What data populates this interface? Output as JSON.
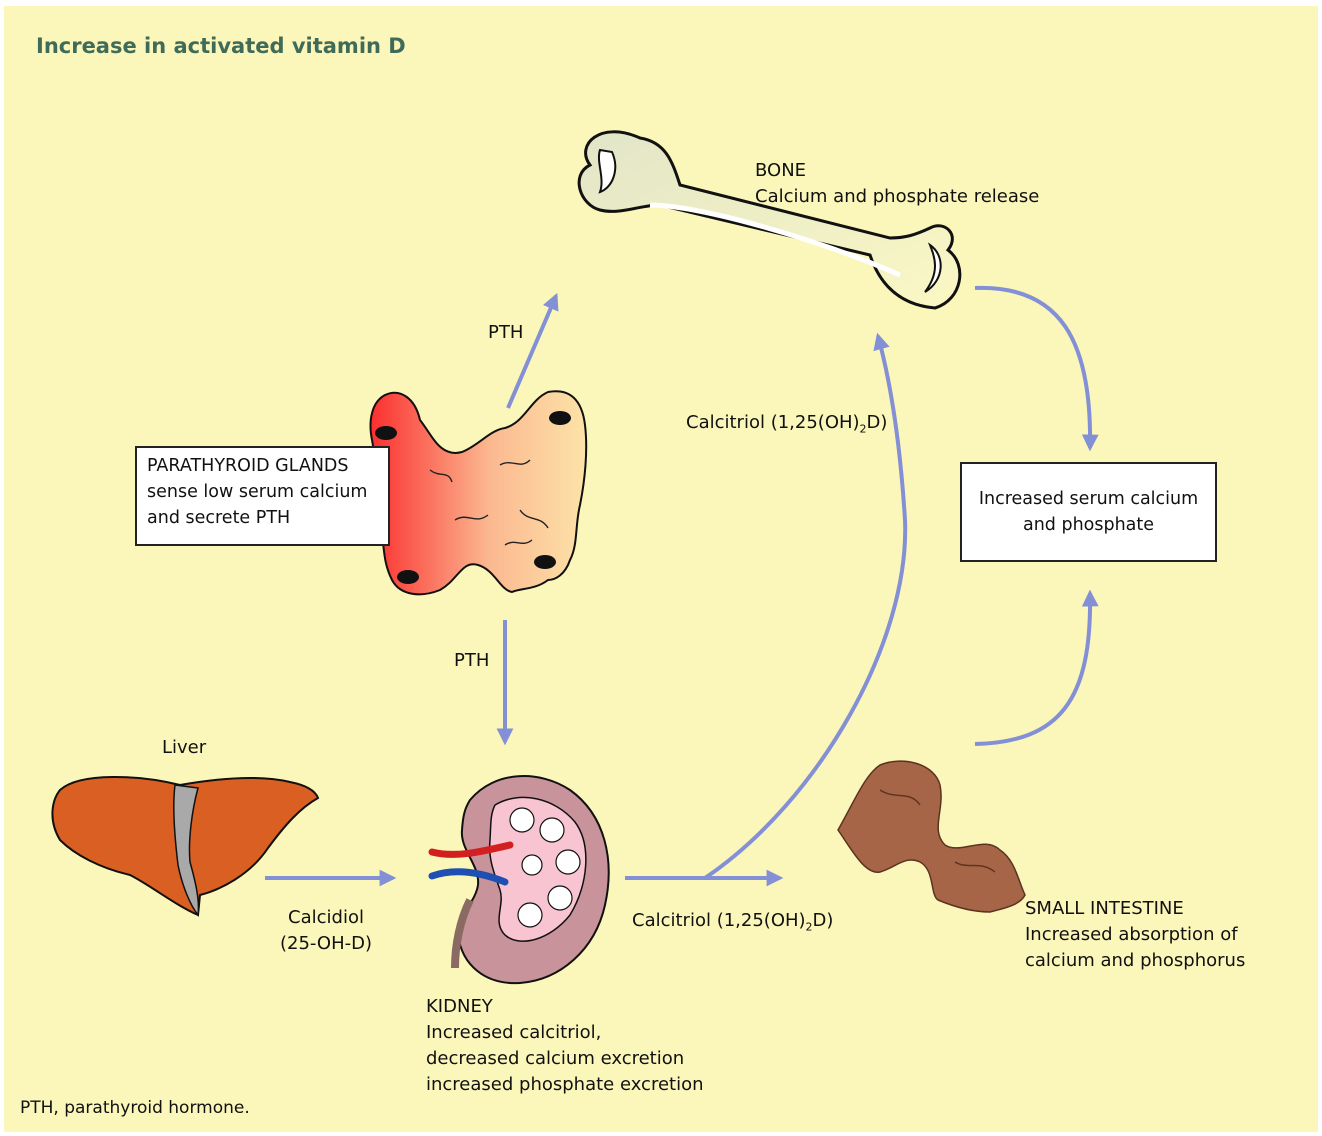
{
  "title": "Increase in activated vitamin D",
  "bone": {
    "name": "BONE",
    "desc": "Calcium and phosphate release"
  },
  "parathyroid": {
    "lines": [
      "PARATHYROID GLANDS",
      "sense low serum calcium",
      "and secrete PTH"
    ]
  },
  "pth_up_label": "PTH",
  "pth_down_label": "PTH",
  "serum": {
    "lines": [
      "Increased serum calcium",
      "and phosphate"
    ]
  },
  "calcitriol_upper": {
    "pre": "Calcitriol (1,25(OH)",
    "sub": "2",
    "post": "D)"
  },
  "calcitriol_lower": {
    "pre": "Calcitriol (1,25(OH)",
    "sub": "2",
    "post": "D)"
  },
  "liver_label": "Liver",
  "calcidiol": {
    "lines": [
      "Calcidiol",
      "(25-OH-D)"
    ]
  },
  "kidney": {
    "lines": [
      "KIDNEY",
      "Increased calcitriol,",
      "decreased calcium excretion",
      "increased phosphate excretion"
    ]
  },
  "intestine": {
    "lines": [
      "SMALL INTESTINE",
      "Increased absorption of",
      "calcium and phosphorus"
    ]
  },
  "footnote": "PTH, parathyroid hormone.",
  "colors": {
    "background": "#fbf6b9",
    "arrow": "#8490d6",
    "title": "#3f6b58",
    "liver": "#d95f22",
    "kidney": "#c8939b",
    "intestine": "#a66547"
  }
}
